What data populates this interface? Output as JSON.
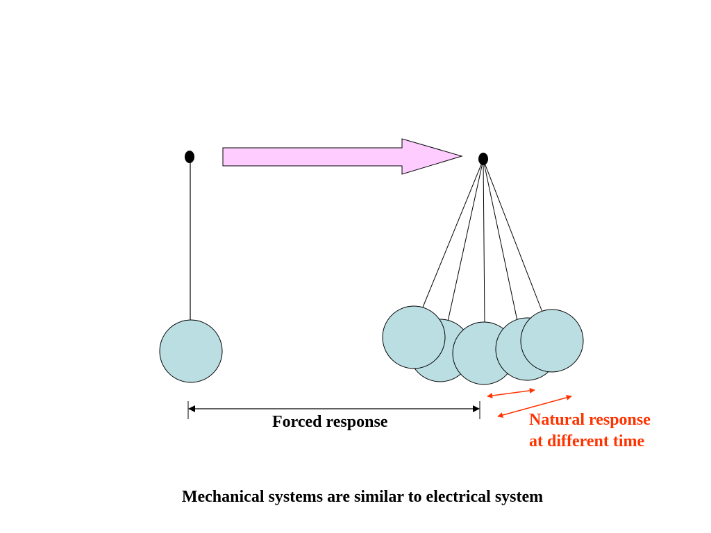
{
  "labels": {
    "forced_response": "Forced response",
    "natural_response_line1": "Natural response",
    "natural_response_line2": "at different time",
    "caption": "Mechanical systems are similar to electrical system"
  },
  "colors": {
    "bob_fill": "#BADEE2",
    "arrow_fill": "#FFCCFF",
    "natural_response": "#FF3300",
    "line": "#000000"
  }
}
